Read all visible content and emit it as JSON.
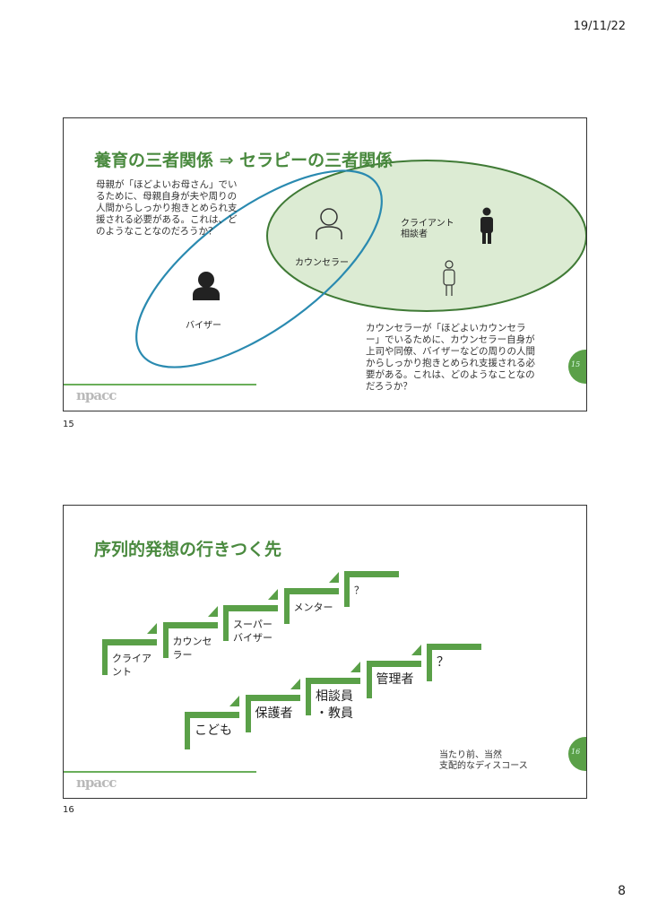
{
  "header": {
    "date": "19/11/22"
  },
  "footer": {
    "page_number": "8"
  },
  "slides": [
    {
      "label": "15",
      "title": "養育の三者関係 ⇒ セラピーの三者関係",
      "left_text": "母親が「ほどよいお母さん」でいるために、母親自身が夫や周りの人間からしっかり抱きとめられ支援される必要がある。これは、どのようなことなのだろうか？",
      "right_text": "カウンセラーが「ほどよいカウンセラー」でいるために、カウンセラー自身が上司や同僚、バイザーなどの周りの人間からしっかり抱きとめられ支援される必要がある。これは、どのようなことなのだろうか？",
      "labels": {
        "counselor": "カウンセラー",
        "client": "クライアント\n相談者",
        "supervisor": "バイザー"
      },
      "icons": [
        "person-outline-icon",
        "person-standing-icon",
        "person-standing-outline-icon",
        "person-filled-icon"
      ],
      "logo": "npacc",
      "slide_number": "15",
      "colors": {
        "green_ellipse": "#3f7a35",
        "green_fill": "#dcebd3",
        "blue_ellipse": "#2a8ab0",
        "title": "#4a8a3f"
      }
    },
    {
      "label": "16",
      "title": "序列的発想の行きつく先",
      "upper_steps": [
        "クライア\nント",
        "カウンセ\nラー",
        "スーパー\nバイザー",
        "メンター",
        "？"
      ],
      "lower_steps": [
        "こども",
        "保護者",
        "相談員\n・教員",
        "管理者",
        "？"
      ],
      "note": "当たり前、当然\n支配的なディスコース",
      "logo": "npacc",
      "slide_number": "16",
      "colors": {
        "step": "#5aa048"
      }
    }
  ]
}
